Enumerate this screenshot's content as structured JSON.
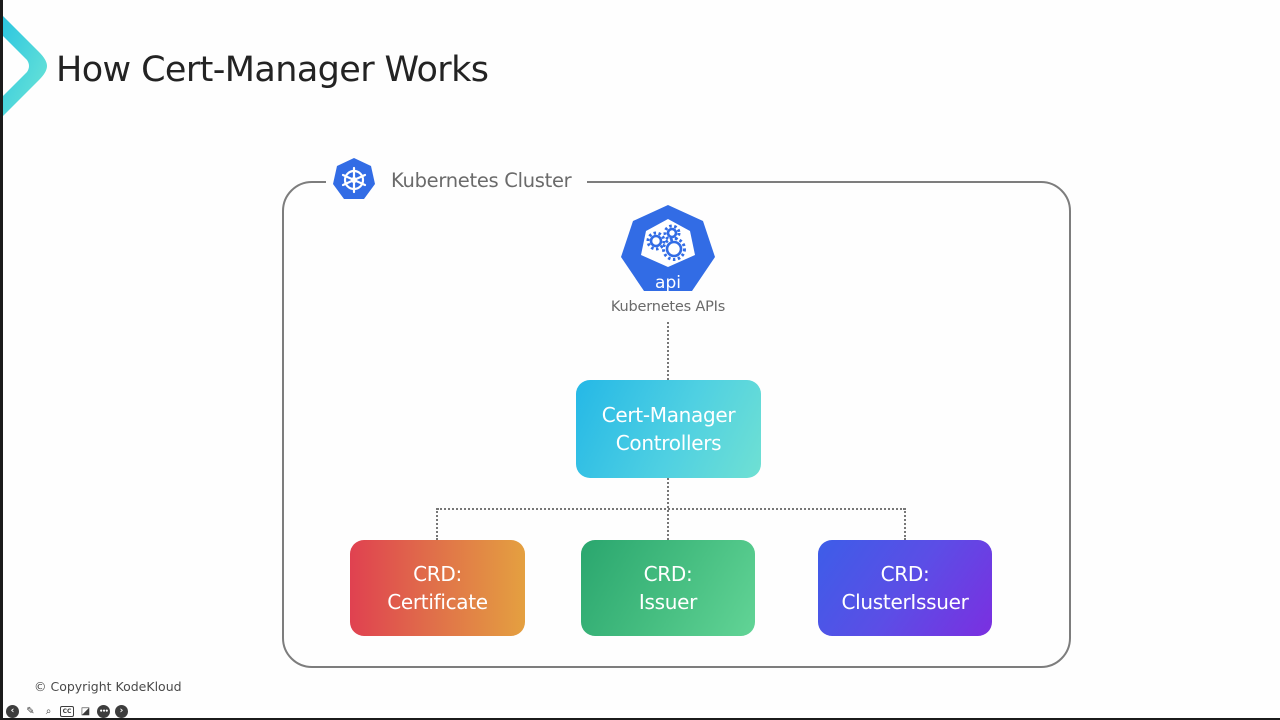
{
  "slide": {
    "title": "How Cert-Manager Works",
    "copyright": "© Copyright KodeKloud"
  },
  "colors": {
    "accent_chevron": "#3fd6dc",
    "cluster_border": "#7d7d7d",
    "controllers_gradient": [
      "#25b8e6",
      "#6fe0d3"
    ],
    "crd_certificate_gradient": [
      "#e04150",
      "#e4a040"
    ],
    "crd_issuer_gradient": [
      "#2aa66e",
      "#62d496"
    ],
    "crd_clusterissuer_gradient": [
      "#3d5de8",
      "#7b2fe0"
    ],
    "k8s_blue": "#326ce5"
  },
  "diagram": {
    "cluster": {
      "icon": "kubernetes-helm-icon",
      "label": "Kubernetes Cluster"
    },
    "api": {
      "icon": "kubernetes-api-icon",
      "icon_text": "api",
      "label": "Kubernetes APIs"
    },
    "controllers": {
      "line1": "Cert-Manager",
      "line2": "Controllers"
    },
    "crds": [
      {
        "line1": "CRD:",
        "line2": "Certificate"
      },
      {
        "line1": "CRD:",
        "line2": "Issuer"
      },
      {
        "line1": "CRD:",
        "line2": "ClusterIssuer"
      }
    ],
    "edges": [
      {
        "from": "Kubernetes APIs",
        "to": "Cert-Manager Controllers",
        "style": "dotted"
      },
      {
        "from": "Cert-Manager Controllers",
        "to": "CRD: Certificate",
        "style": "dotted"
      },
      {
        "from": "Cert-Manager Controllers",
        "to": "CRD: Issuer",
        "style": "dotted"
      },
      {
        "from": "Cert-Manager Controllers",
        "to": "CRD: ClusterIssuer",
        "style": "dotted"
      }
    ]
  },
  "player": {
    "icons": [
      {
        "name": "previous-icon",
        "glyph": "‹"
      },
      {
        "name": "pen-icon",
        "glyph": "✎"
      },
      {
        "name": "zoom-icon",
        "glyph": "⌕"
      },
      {
        "name": "captions-icon",
        "glyph": "CC"
      },
      {
        "name": "camera-off-icon",
        "glyph": "◪"
      },
      {
        "name": "more-icon",
        "glyph": "•••"
      },
      {
        "name": "next-icon",
        "glyph": "›"
      }
    ]
  }
}
